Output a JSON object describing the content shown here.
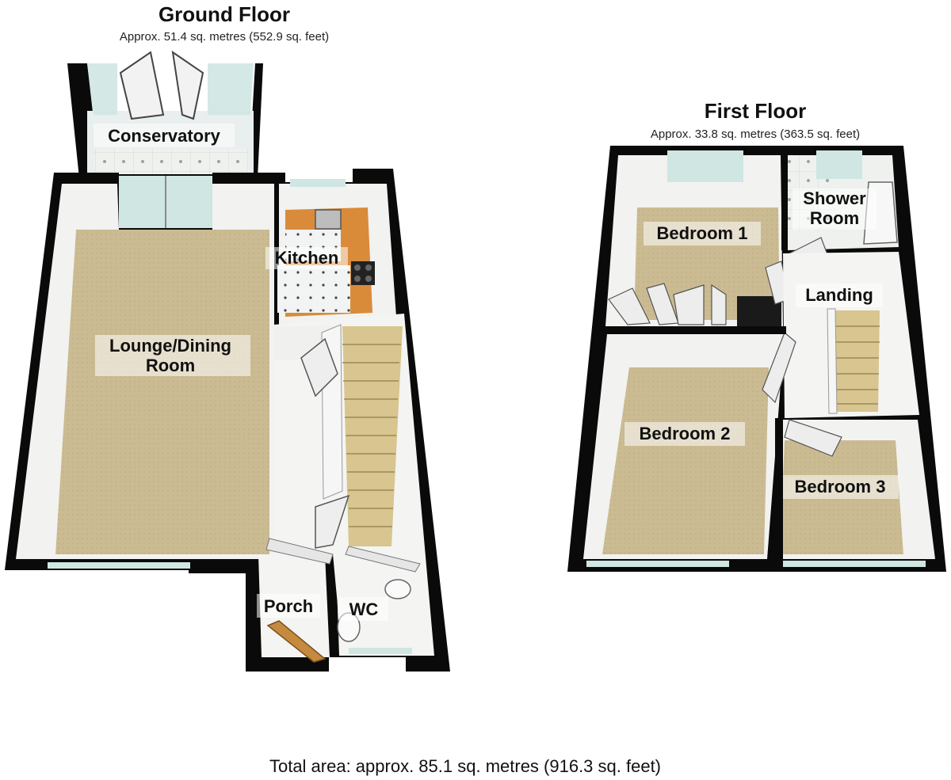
{
  "ground_floor": {
    "title": "Ground Floor",
    "area": "Approx. 51.4 sq. metres (552.9 sq. feet)",
    "rooms": {
      "conservatory": "Conservatory",
      "kitchen": "Kitchen",
      "lounge_line1": "Lounge/Dining",
      "lounge_line2": "Room",
      "porch": "Porch",
      "wc": "WC"
    }
  },
  "first_floor": {
    "title": "First Floor",
    "area": "Approx. 33.8 sq. metres (363.5 sq. feet)",
    "rooms": {
      "bedroom1": "Bedroom 1",
      "shower_line1": "Shower",
      "shower_line2": "Room",
      "landing": "Landing",
      "bedroom2": "Bedroom 2",
      "bedroom3": "Bedroom 3"
    }
  },
  "total_area": "Total area: approx. 85.1 sq. metres (916.3 sq. feet)",
  "colors": {
    "wall": "#0a0a0a",
    "carpet": "#c9b98f",
    "floor_tile": "#eef1ee",
    "worktop": "#d98b3a",
    "glass": "#cfe6e2",
    "inner_wall": "#f4f4f2"
  }
}
